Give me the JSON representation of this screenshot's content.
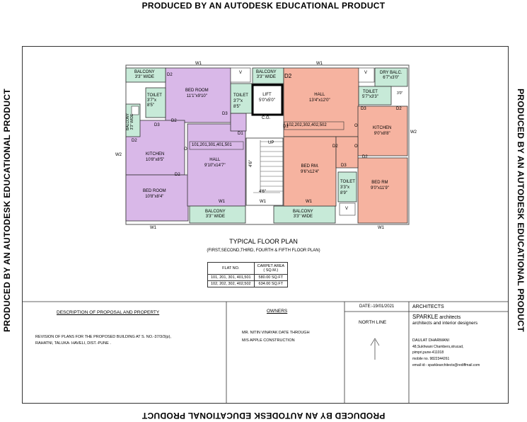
{
  "watermark": "PRODUCED BY AN AUTODESK EDUCATIONAL PRODUCT",
  "plan": {
    "title": "TYPICAL FLOOR PLAN",
    "subtitle": "(FIRST,SECOND,THIRD, FOURTH & FIFTH FLOOR PLAN)",
    "rooms": {
      "balcony_tl": [
        "BALCONY",
        "3'3\" WIDE"
      ],
      "bedroom_tl": [
        "BED ROOM",
        "11'1\"x9'10\""
      ],
      "toilet_l1": [
        "TOILET",
        "3'7\"x",
        "8'5\""
      ],
      "toilet_l2": [
        "TOILET",
        "3'7\"x",
        "8'5\""
      ],
      "balcony_side": [
        "BALCONY",
        "3'3\" WIDE"
      ],
      "kitchen_l": [
        "KITCHEN",
        "10'8\"x8'5\""
      ],
      "hall_l": [
        "HALL",
        "9'10\"x14'7\""
      ],
      "bedroom_bl": [
        "BED ROOM",
        "10'8\"x8'4\""
      ],
      "balcony_bl": [
        "BALCONY",
        "3'3\" WIDE"
      ],
      "balcony_top": [
        "BALCONY",
        "3'3\" WIDE"
      ],
      "lift": [
        "LIFT",
        "5'0\"x5'0\""
      ],
      "cg": "C.G.",
      "up": "UP",
      "stair_w": "4'6\"",
      "stair_h": "4'6\"",
      "hall_r": [
        "HALL",
        "13'4\"x12'0\""
      ],
      "dry_balc": [
        "DRY BALC.",
        "6'7\"x3'0\""
      ],
      "toilet_r1": [
        "TOILET",
        "5'7\"x3'3\""
      ],
      "dim_3": "3'0\"",
      "kitchen_r": [
        "KITCHEN",
        "9'0\"x8'8\""
      ],
      "bedrm_r1": [
        "BED RM.",
        "9'6\"x12'4\""
      ],
      "toilet_r2": [
        "TOILET",
        "3'3\"x",
        "8'9\""
      ],
      "bedrm_r2": [
        "BED RM",
        "9'0\"x11'9\""
      ],
      "balcony_br": [
        "BALCONY",
        "3'3\" WIDE"
      ]
    },
    "flat_label_left": "101,201,301,401,501",
    "flat_label_right": "102,202,302,402,502",
    "markers": {
      "w1": "W1",
      "w2": "W2",
      "d2": "D2",
      "d3": "D3",
      "d1": "D1",
      "o": "O",
      "v": "V"
    }
  },
  "area_table": {
    "headers": [
      "FLAT NO.",
      "CARPET AREA",
      "( SQ.M.)"
    ],
    "rows": [
      [
        "101, 201, 301, 401,501",
        "580.00 SQ.FT"
      ],
      [
        "102, 202, 302, 402,502",
        "634.00 SQ.FT"
      ]
    ]
  },
  "title_block": {
    "description_heading": "DESCRIPTION OF PROPOSAL AND PROPERTY",
    "description_line1": "REVISION OF PLANS FOR THE PROPOSED BUILDING AT S. NO.-37/3/3(p),",
    "description_line2": "RAHATNI, TALUKA- HAVELI, DIST.-PUNE .",
    "owners_heading": "OWNERS",
    "owners_line1": "MR. NITIN VINAYAK DATE THROUGH",
    "owners_line2": "M/S APPLE CONSTRUCTION",
    "date": "DATE:-19/01/2021",
    "north_line": "NORTH LINE",
    "architects_heading": "ARCHITECTS",
    "firm_name": "SPARKLE",
    "firm_suffix": "architects",
    "firm_tagline": "architects and interior designers",
    "architect_name": "DAULAT DHARMANI",
    "address1": "48,Sukhwani Chambers,strucad,",
    "address2": "pimpri,pune-411018",
    "mobile": "mobile no. 9822344261",
    "email": "email id:- sparklearchitects@rediffmail.com"
  },
  "colors": {
    "flat1": "#d9b8e8",
    "flat2": "#f6b3a0",
    "wet": "#c7ead8",
    "lift_border": "#000000"
  }
}
